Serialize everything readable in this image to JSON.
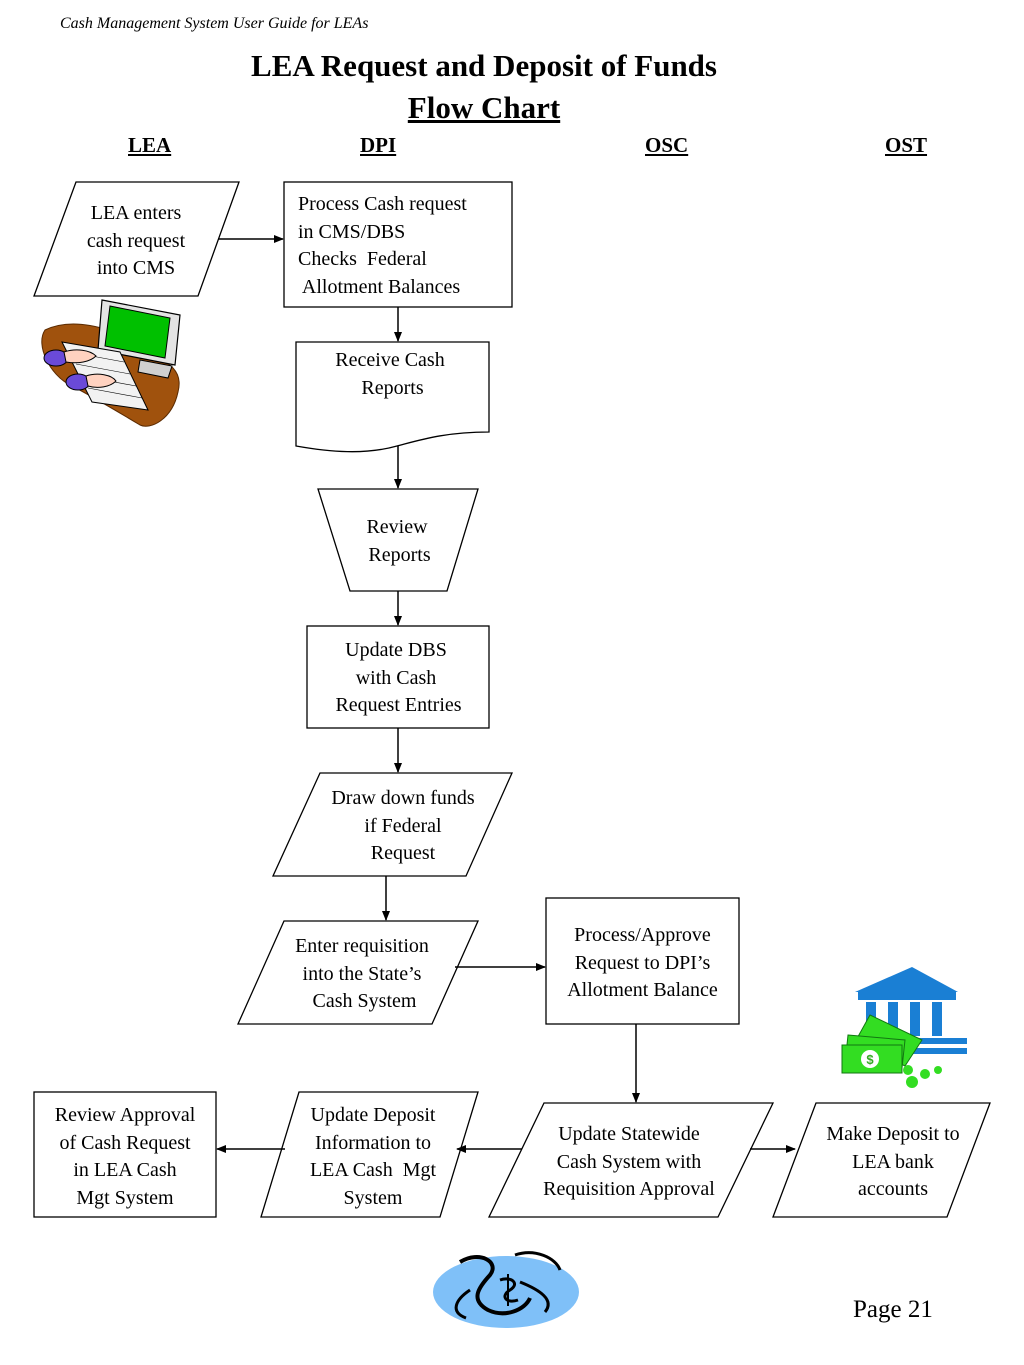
{
  "header": "Cash Management System User Guide for LEAs",
  "title_line1": "LEA Request and Deposit of Funds",
  "title_line2": "Flow Chart",
  "lanes": {
    "lea": "LEA",
    "dpi": "DPI",
    "osc": "OSC",
    "ost": "OST"
  },
  "nodes": {
    "lea_enters": "LEA enters\ncash request\ninto CMS",
    "process_cash": "Process Cash request\nin CMS/DBS\nChecks  Federal\n Allotment Balances",
    "receive_reports": "Receive Cash\n Reports",
    "review_reports": "Review\n Reports",
    "update_dbs": "Update DBS\nwith Cash\n Request Entries",
    "draw_down": "Draw down funds\nif Federal\nRequest",
    "enter_requisition": "Enter requisition\ninto the State’s\n Cash System",
    "process_approve": "Process/Approve\nRequest to DPI’s\nAllotment Balance",
    "update_statewide": "Update Statewide\nCash System with\nRequisition Approval",
    "make_deposit": "Make Deposit to\nLEA bank\naccounts",
    "update_deposit": "Update Deposit\nInformation to\nLEA Cash  Mgt\nSystem",
    "review_approval": "Review Approval\nof Cash Request\nin LEA Cash\nMgt System"
  },
  "page_number": "Page 21",
  "icons": [
    "computer-user-icon",
    "bank-money-icon",
    "money-bag-icon"
  ],
  "colors": {
    "screen_green": "#00c000",
    "bank_blue": "#1a7fd4",
    "money_green": "#33dd22",
    "bag_blue": "#7fc0f8"
  }
}
